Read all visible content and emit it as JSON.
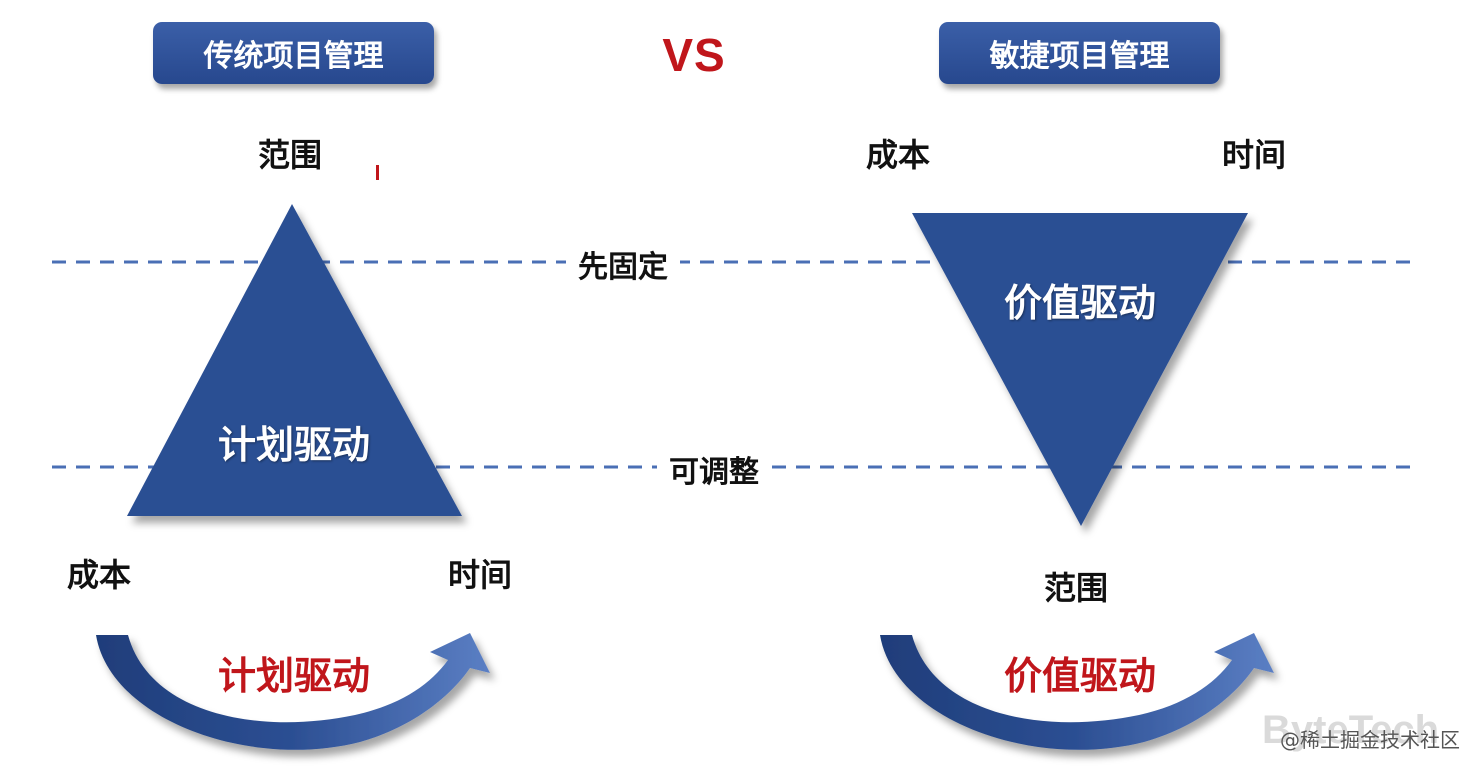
{
  "left": {
    "header": "传统项目管理",
    "triangle_text": "计划驱动",
    "top_label": "范围",
    "bottom_left_label": "成本",
    "bottom_right_label": "时间",
    "arrow_text": "计划驱动"
  },
  "vs": "VS",
  "right": {
    "header": "敏捷项目管理",
    "triangle_text": "价值驱动",
    "top_left_label": "成本",
    "top_right_label": "时间",
    "bottom_label": "范围",
    "arrow_text": "价值驱动"
  },
  "lines": {
    "fixed_label": "先固定",
    "adjustable_label": "可调整"
  },
  "watermark": {
    "text": "@稀土掘金技术社区",
    "logo": "ByteTech"
  },
  "colors": {
    "primary_blue": "#2c4f93",
    "accent_red": "#c0161b",
    "dashed_line": "#4a6fb5"
  }
}
